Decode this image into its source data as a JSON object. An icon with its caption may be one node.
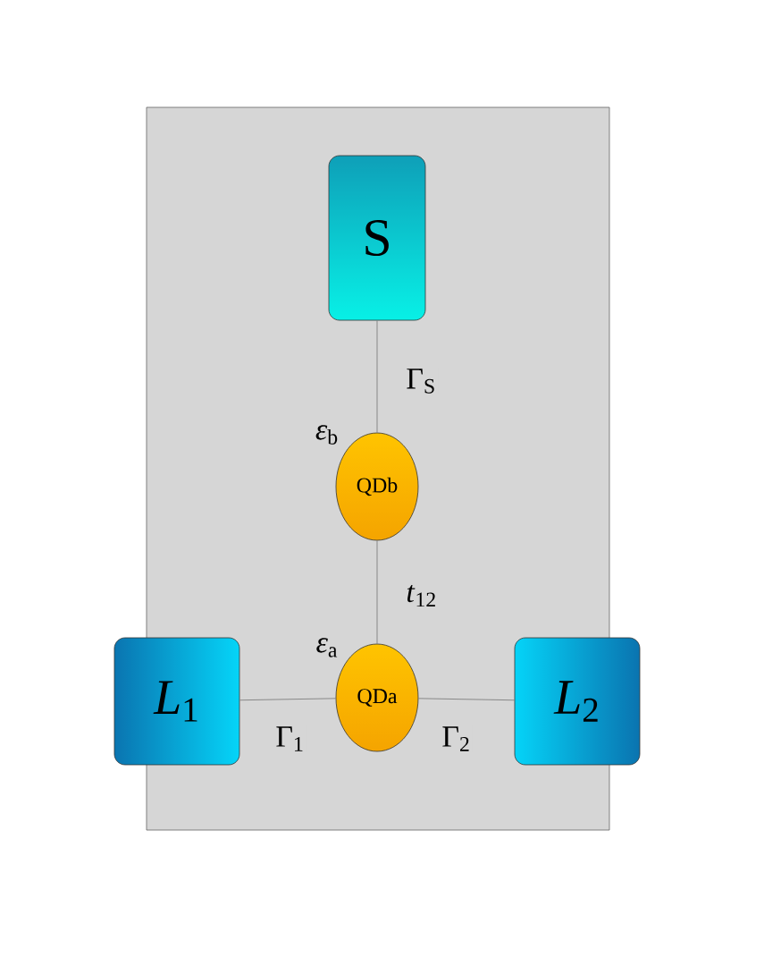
{
  "diagram": {
    "nodes": [
      {
        "text": [
          "S"
        ]
      },
      {
        "text": [
          "QDb"
        ],
        "beside": [
          "*ε*$_{b}$"
        ]
      },
      {
        "text": [
          "QDa"
        ],
        "beside": [
          "*ε*$_{a}$"
        ]
      },
      {
        "text": [
          "*L*$_{1}$"
        ]
      },
      {
        "text": [
          "*L*$_{2}$"
        ]
      }
    ],
    "edges": [
      {
        "from": 0,
        "to": 1,
        "arrow": "none",
        "label": "Γ$_{S}$"
      },
      {
        "from": 1,
        "to": 2,
        "arrow": "none",
        "label": "*t*$_{12}$"
      },
      {
        "from": 3,
        "to": 2,
        "arrow": "none",
        "label": "Γ$_{1}$"
      },
      {
        "from": 2,
        "to": 4,
        "arrow": "none",
        "label": "Γ$_{2}$"
      }
    ]
  }
}
